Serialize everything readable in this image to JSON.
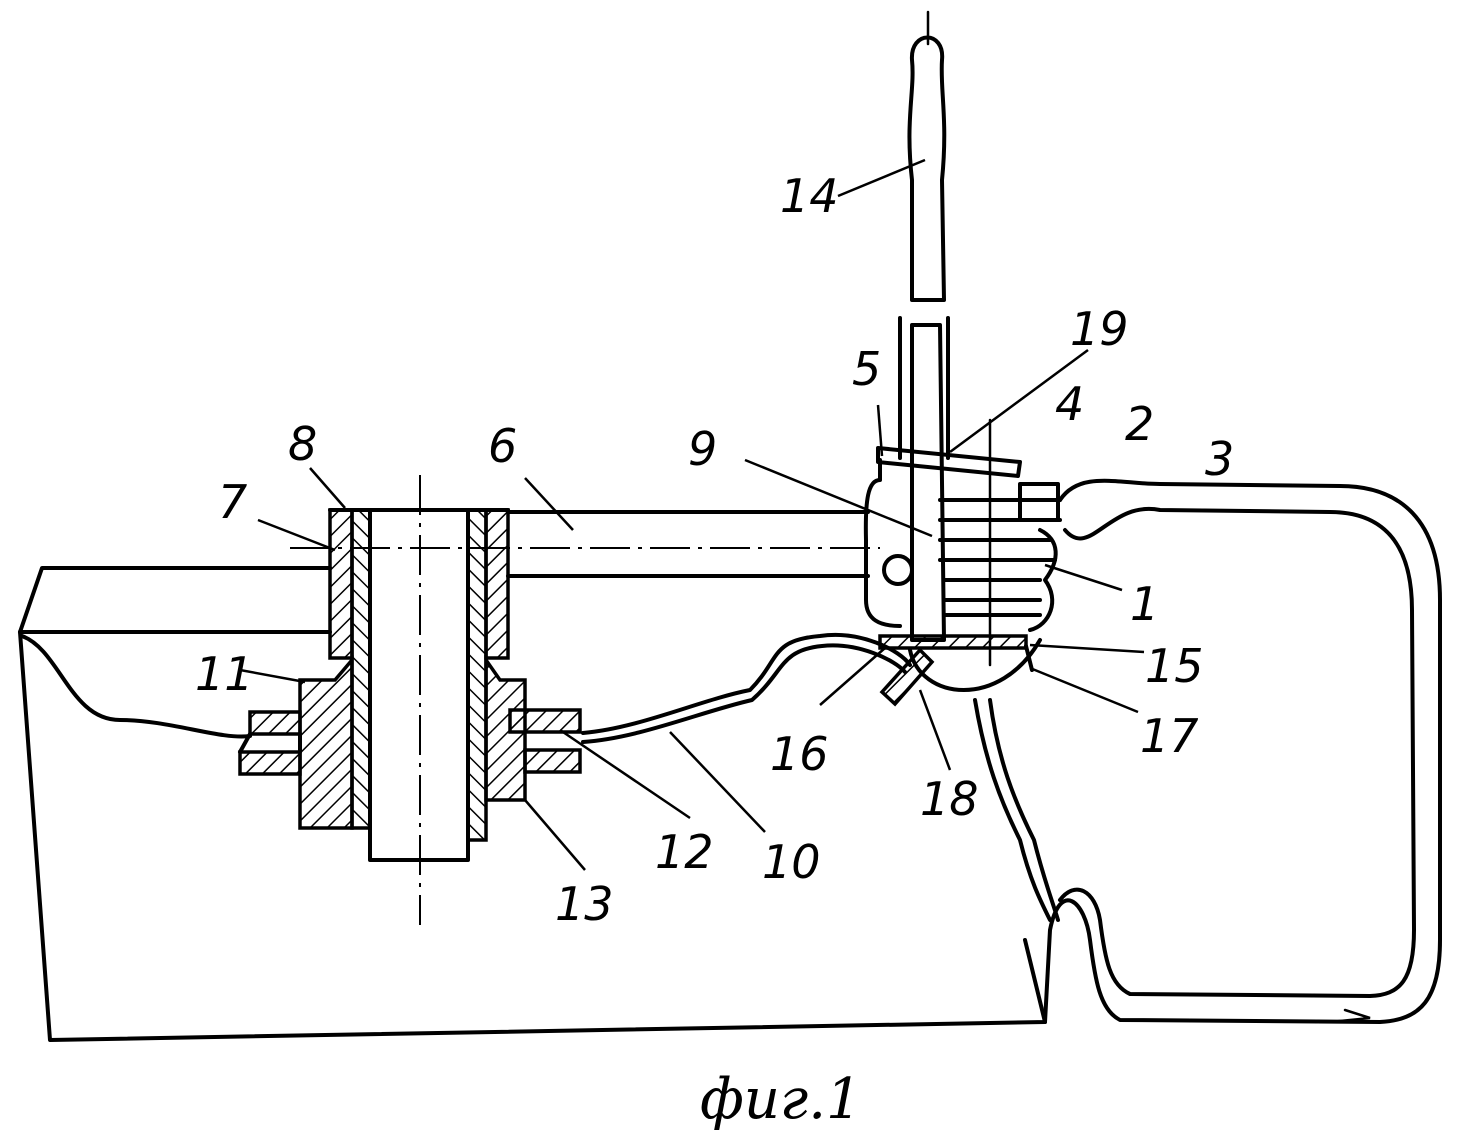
{
  "figure": {
    "caption": "фиг.1",
    "labels": {
      "l1": "1",
      "l2": "2",
      "l3": "3",
      "l4": "4",
      "l5": "5",
      "l6": "6",
      "l7": "7",
      "l8": "8",
      "l9": "9",
      "l10": "10",
      "l11": "11",
      "l12": "12",
      "l13": "13",
      "l14": "14",
      "l15": "15",
      "l16": "16",
      "l17": "17",
      "l18": "18",
      "l19": "19"
    }
  }
}
